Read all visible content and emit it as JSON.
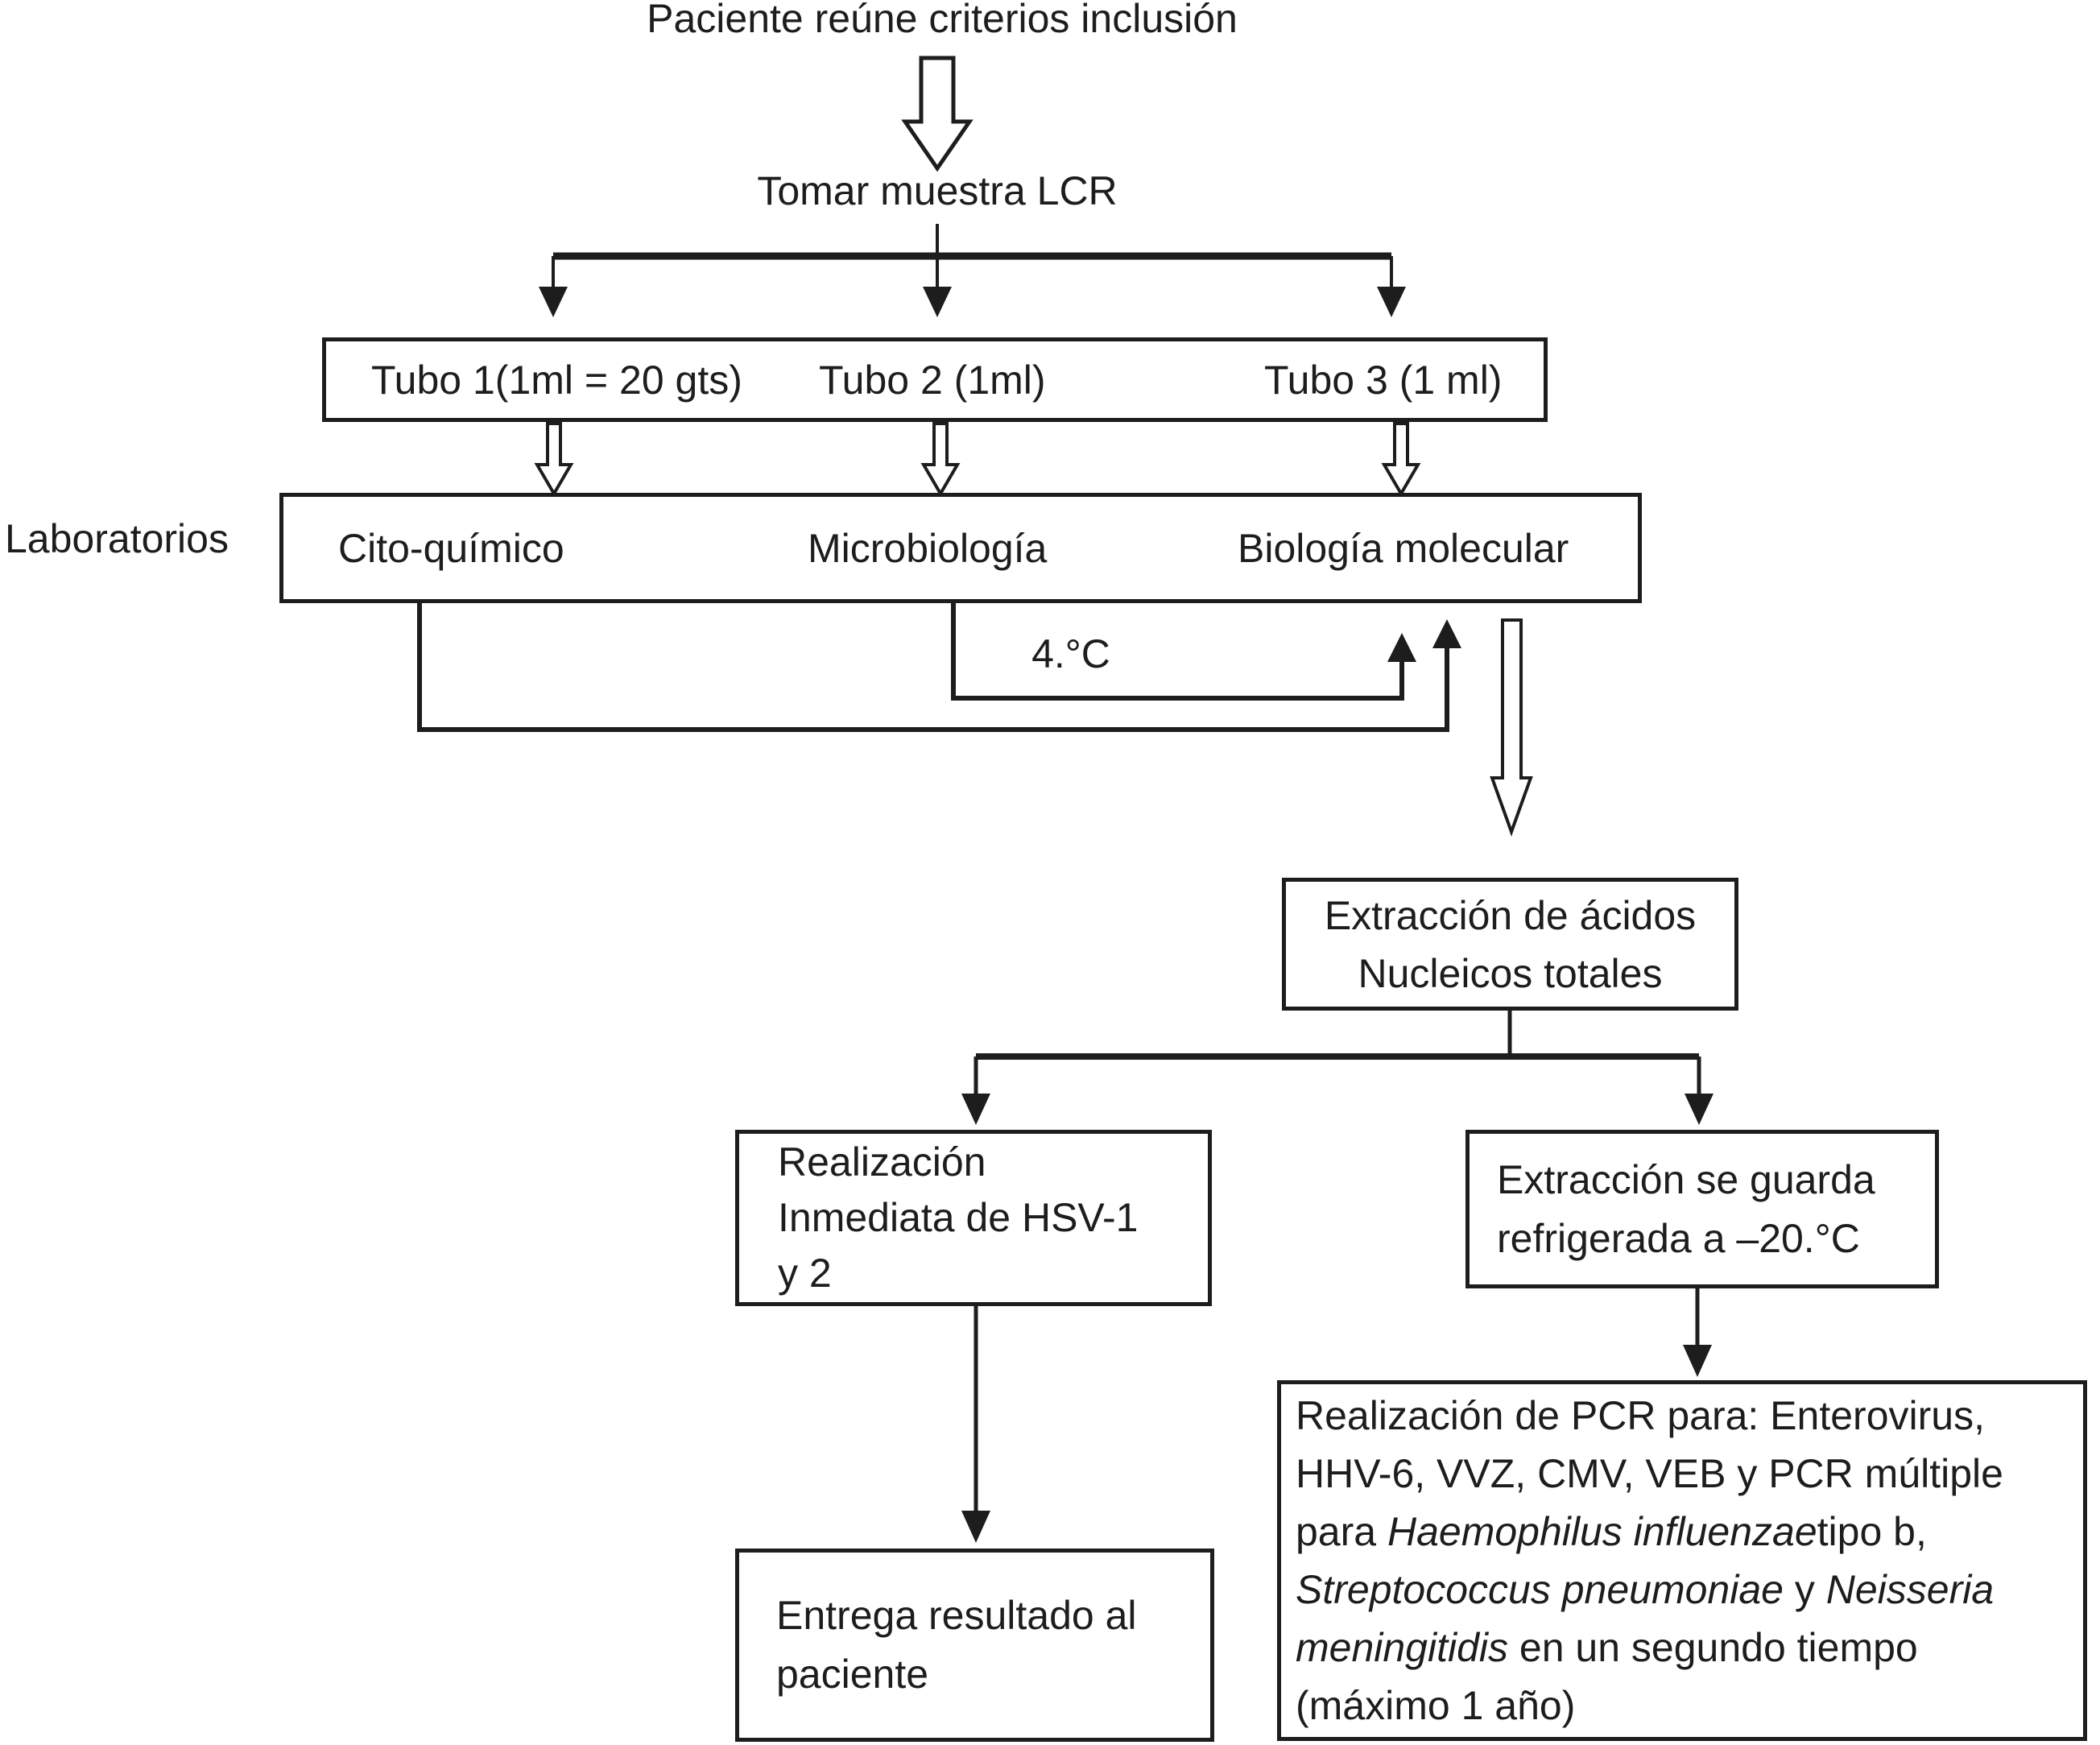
{
  "diagram": {
    "title": "Paciente reúne criterios inclusión",
    "sample_step": "Tomar muestra LCR",
    "tubes": {
      "tube1": "Tubo 1(1ml = 20 gts)",
      "tube2": "Tubo 2 (1ml)",
      "tube3": "Tubo 3 (1 ml)"
    },
    "labs_side_label": "Laboratorios",
    "labs": {
      "cito": "Cito-químico",
      "micro": "Microbiología",
      "bio": "Biología molecular"
    },
    "temp_label": "4.°C",
    "extraction": {
      "line1": "Extracción de ácidos",
      "line2": "Nucleicos totales"
    },
    "hsv": {
      "line1": "Realización",
      "line2": "Inmediata de HSV-1",
      "line3": "y 2"
    },
    "storage": {
      "line1": "Extracción se guarda",
      "line2": "refrigerada a –20.°C"
    },
    "pcr": {
      "line1": "Realización de PCR para: Enterovirus,",
      "line2": "HHV-6, VVZ, CMV, VEB y PCR múltiple",
      "line3_a": "para ",
      "line3_italic": "Haemophilus influenzae",
      "line3_b": "tipo b,",
      "line4_italic1": "Streptococcus pneumoniae",
      "line4_mid": " y ",
      "line4_italic2": "Neisseria",
      "line5_italic": "meningitidis",
      "line5_b": " en un segundo tiempo",
      "line6": "(máximo 1 año)"
    },
    "delivery": {
      "line1": "Entrega resultado al",
      "line2": "paciente"
    },
    "colors": {
      "ink": "#1d1d1d",
      "background": "#ffffff"
    }
  }
}
